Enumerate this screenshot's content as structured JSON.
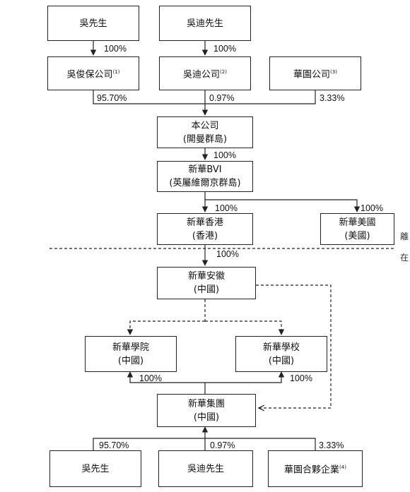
{
  "entities": {
    "wu_mr_top": {
      "name": "吳先生"
    },
    "wu_di_top": {
      "name": "吳迪先生"
    },
    "wu_jun": {
      "name": "吳俊保公司",
      "note": "(1)"
    },
    "wu_di_co": {
      "name": "吳迪公司",
      "note": "(2)"
    },
    "huayuan_co": {
      "name": "華園公司",
      "note": "(3)"
    },
    "company": {
      "name": "本公司",
      "sub": "(開曼群島)"
    },
    "xinhua_bvi": {
      "name": "新華BVI",
      "sub": "(英屬維爾京群島)"
    },
    "xinhua_hk": {
      "name": "新華香港",
      "sub": "(香港)"
    },
    "xinhua_us": {
      "name": "新華美國",
      "sub": "(美國)"
    },
    "xinhua_anhui": {
      "name": "新華安徽",
      "sub": "(中國)"
    },
    "xinhua_college": {
      "name": "新華學院",
      "sub": "(中國)"
    },
    "xinhua_school": {
      "name": "新華學校",
      "sub": "(中國)"
    },
    "xinhua_group": {
      "name": "新華集團",
      "sub": "(中國)"
    },
    "wu_mr_bottom": {
      "name": "吳先生"
    },
    "wu_di_bottom": {
      "name": "吳迪先生"
    },
    "huayuan_partnership": {
      "name": "華園合夥企業",
      "note": "(4)"
    }
  },
  "percentages": {
    "wu_mr_to_wu_jun": "100%",
    "wu_di_to_wu_di_co": "100%",
    "wu_jun_to_company": "95.70%",
    "wu_di_co_to_company": "0.97%",
    "huayuan_to_company": "3.33%",
    "company_to_bvi": "100%",
    "bvi_to_hk": "100%",
    "bvi_to_us": "100%",
    "hk_to_anhui": "100%",
    "group_to_college": "100%",
    "group_to_school": "100%",
    "wu_mr_to_group": "95.70%",
    "wu_di_to_group": "0.97%",
    "partnership_to_group": "3.33%"
  },
  "side_labels": {
    "offshore": "離",
    "onshore": "在"
  }
}
